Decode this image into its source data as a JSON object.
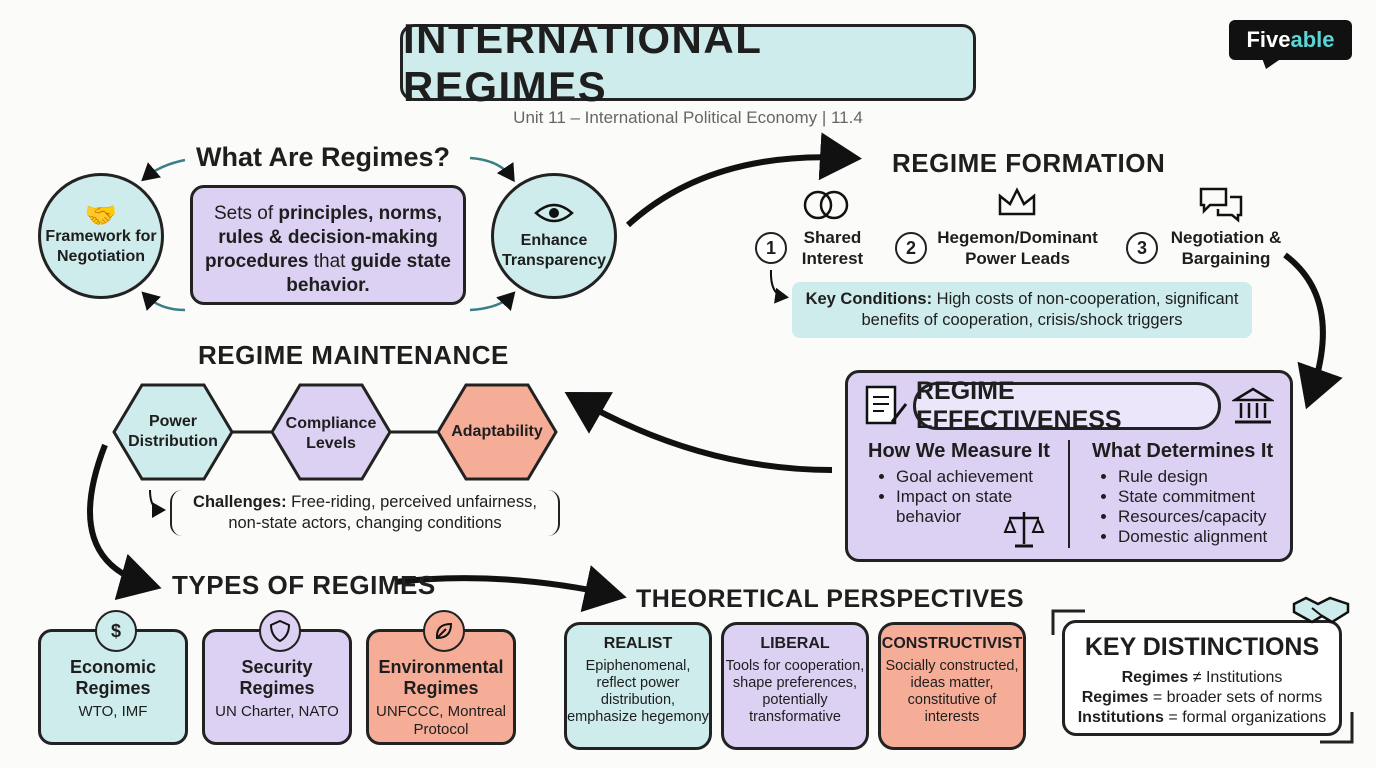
{
  "title": "INTERNATIONAL REGIMES",
  "subtitle": "Unit 11 – International Political Economy | 11.4",
  "brand": {
    "part1": "Five",
    "part2": "able"
  },
  "what_are": {
    "heading": "What Are Regimes?",
    "def_pre": "Sets of ",
    "def_bold1": "principles, norms, rules & decision-making procedures",
    "def_mid": " that ",
    "def_bold2": "guide state behavior.",
    "left_circle": "Framework for Negotiation",
    "right_circle": "Enhance Transparency"
  },
  "formation": {
    "heading": "REGIME FORMATION",
    "steps": [
      {
        "num": "1",
        "label": "Shared Interest",
        "icon": "venn-icon"
      },
      {
        "num": "2",
        "label": "Hegemon/Dominant Power Leads",
        "icon": "crown-icon"
      },
      {
        "num": "3",
        "label": "Negotiation & Bargaining",
        "icon": "chat-bubbles-icon"
      }
    ],
    "conditions_label": "Key Conditions:",
    "conditions_text": " High costs of non-cooperation, significant benefits of cooperation, crisis/shock triggers"
  },
  "maintenance": {
    "heading": "REGIME MAINTENANCE",
    "hexes": [
      "Power Distribution",
      "Compliance Levels",
      "Adaptability"
    ],
    "challenges_label": "Challenges:",
    "challenges_text": " Free-riding, perceived unfairness, non-state actors, changing conditions"
  },
  "effectiveness": {
    "heading": "REGIME EFFECTIVENESS",
    "measure_heading": "How We Measure It",
    "measure_items": [
      "Goal achievement",
      "Impact on state behavior"
    ],
    "determine_heading": "What Determines It",
    "determine_items": [
      "Rule design",
      "State commitment",
      "Resources/capacity",
      "Domestic alignment"
    ]
  },
  "types": {
    "heading": "TYPES OF REGIMES",
    "items": [
      {
        "title": "Economic Regimes",
        "examples": "WTO, IMF",
        "icon": "dollar-bill-icon"
      },
      {
        "title": "Security Regimes",
        "examples": "UN Charter, NATO",
        "icon": "shield-icon"
      },
      {
        "title": "Environmental Regimes",
        "examples": "UNFCCC, Montreal Protocol",
        "icon": "leaf-icon"
      }
    ]
  },
  "theories": {
    "heading": "THEORETICAL PERSPECTIVES",
    "items": [
      {
        "title": "REALIST",
        "desc": "Epiphenomenal, reflect power distribution, emphasize hegemony"
      },
      {
        "title": "LIBERAL",
        "desc": "Tools for cooperation, shape preferences, potentially transformative"
      },
      {
        "title": "CONSTRUCTIVIST",
        "desc": "Socially constructed, ideas matter, constitutive of interests"
      }
    ]
  },
  "distinctions": {
    "heading": "KEY DISTINCTIONS",
    "line1_b": "Regimes",
    "line1_t": " ≠ Institutions",
    "line2_b": "Regimes",
    "line2_t": " = broader sets of norms",
    "line3_b": "Institutions",
    "line3_t": " = formal organizations"
  },
  "colors": {
    "teal": "#cdeceb",
    "purple": "#dcd0f3",
    "salmon": "#f6ad98",
    "brand_accent": "#5bd6d6"
  }
}
